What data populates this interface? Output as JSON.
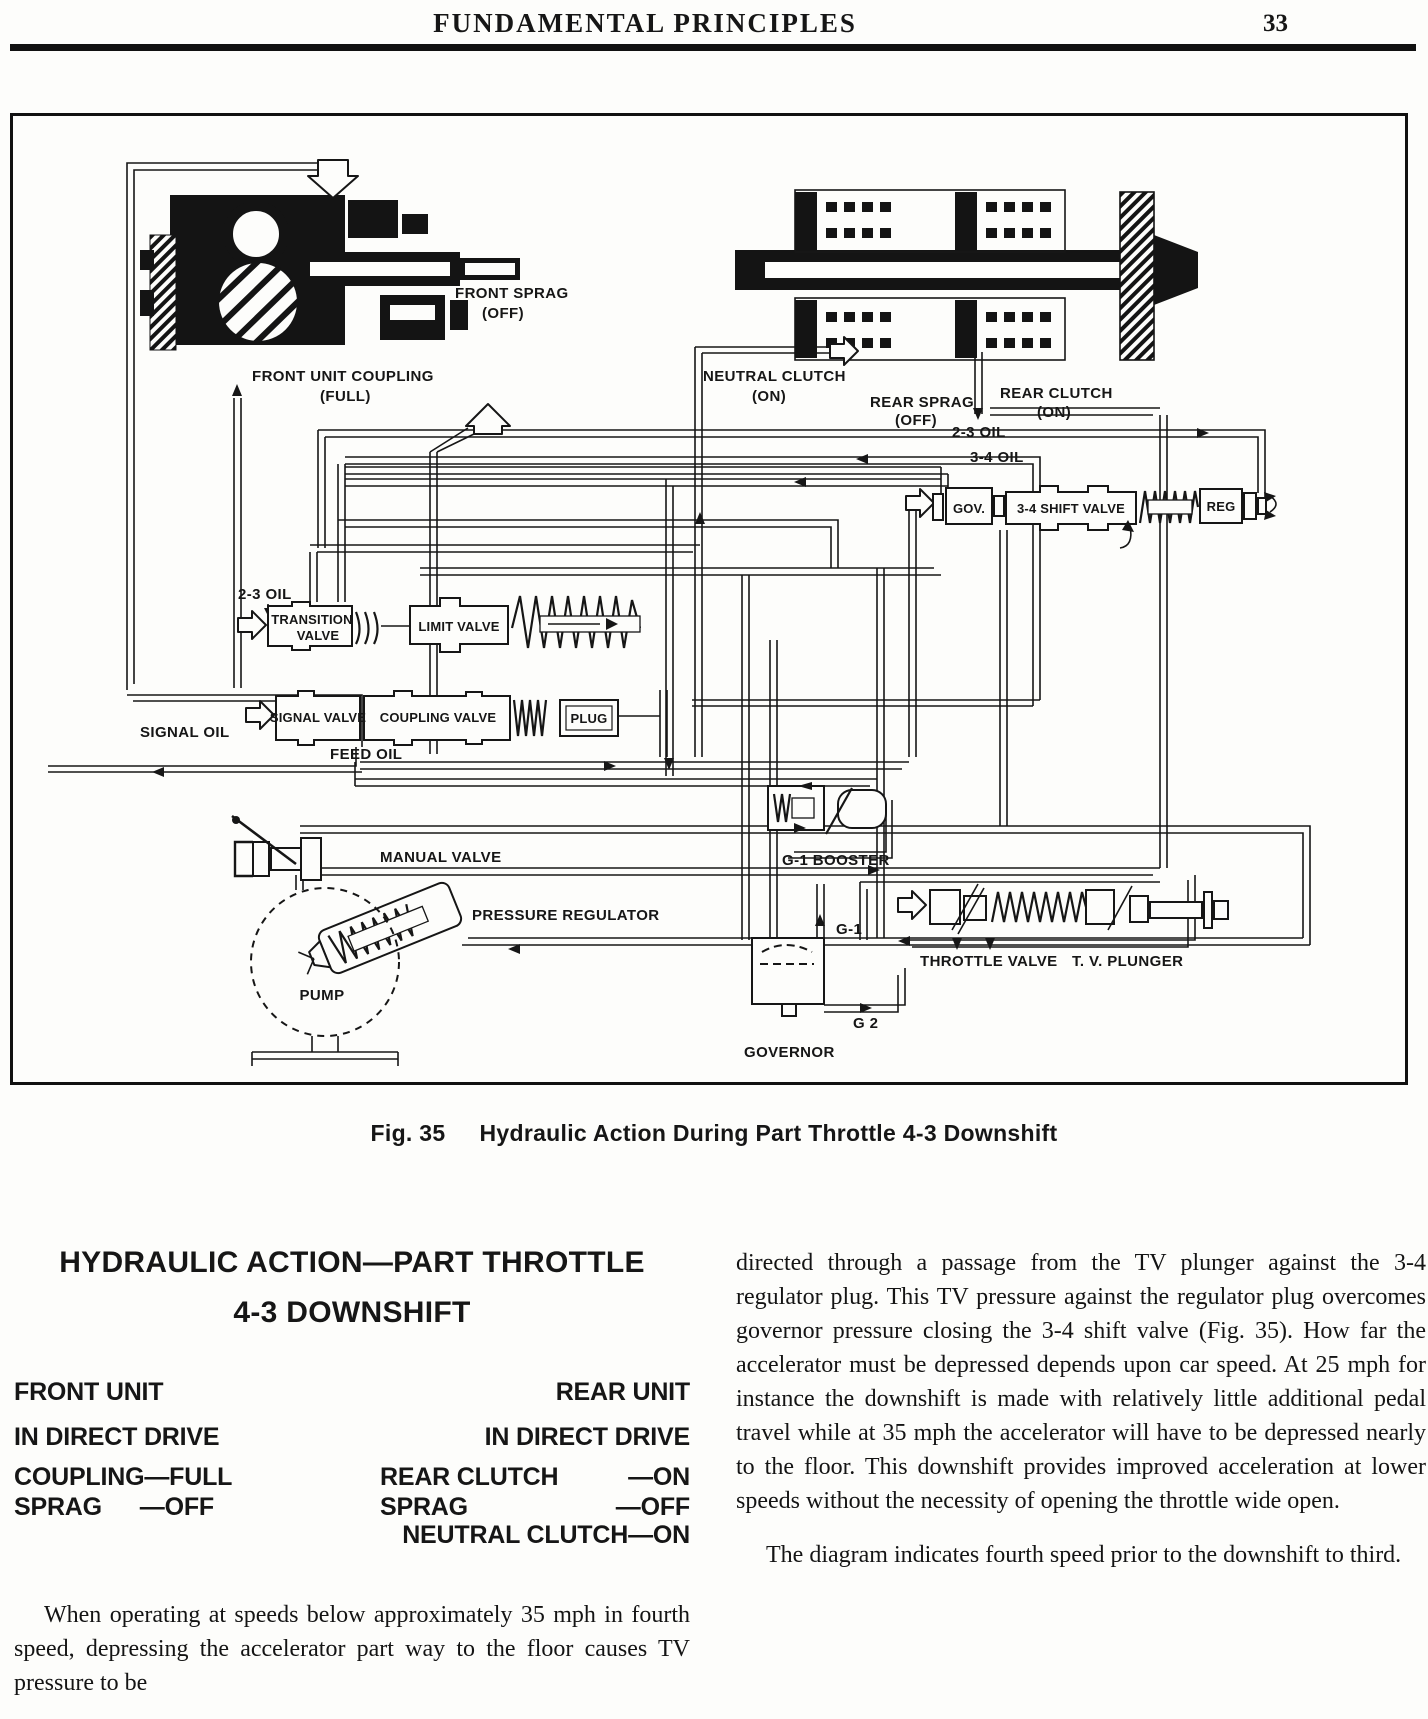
{
  "header": {
    "title": "FUNDAMENTAL PRINCIPLES",
    "page_number": "33"
  },
  "figure": {
    "caption_prefix": "Fig. 35",
    "caption_text": "Hydraulic Action During Part Throttle 4-3 Downshift",
    "labels": {
      "front_sprag_1": "FRONT SPRAG",
      "front_sprag_2": "(OFF)",
      "front_coupling_1": "FRONT UNIT COUPLING",
      "front_coupling_2": "(FULL)",
      "neutral_clutch_1": "NEUTRAL CLUTCH",
      "neutral_clutch_2": "(ON)",
      "rear_sprag_1": "REAR SPRAG",
      "rear_sprag_2": "(OFF)",
      "rear_clutch_1": "REAR CLUTCH",
      "rear_clutch_2": "(ON)",
      "oil_23_right": "2-3 OIL",
      "oil_34": "3-4 OIL",
      "oil_23_left": "2-3 OIL",
      "gov": "GOV.",
      "shift_valve": "3-4 SHIFT VALVE",
      "reg": "REG",
      "transition_1": "TRANSITION",
      "transition_2": "VALVE",
      "limit_valve": "LIMIT VALVE",
      "signal_oil": "SIGNAL OIL",
      "signal_valve": "SIGNAL VALVE",
      "coupling_valve": "COUPLING VALVE",
      "plug": "PLUG",
      "feed_oil": "FEED OIL",
      "manual_valve": "MANUAL VALVE",
      "pressure_regulator": "PRESSURE REGULATOR",
      "pump": "PUMP",
      "g1_booster": "G-1 BOOSTER",
      "g1": "G-1",
      "g2": "G 2",
      "governor": "GOVERNOR",
      "throttle_valve": "THROTTLE VALVE",
      "tv_plunger": "T. V. PLUNGER"
    }
  },
  "article": {
    "heading_line1": "HYDRAULIC ACTION—PART THROTTLE",
    "heading_line2": "4-3 DOWNSHIFT",
    "front_unit": {
      "title": "FRONT UNIT",
      "subtitle": "IN DIRECT DRIVE",
      "rows": [
        [
          "COUPLING",
          "—FULL"
        ],
        [
          "SPRAG",
          "—OFF"
        ]
      ]
    },
    "rear_unit": {
      "title": "REAR UNIT",
      "subtitle": "IN DIRECT DRIVE",
      "rows": [
        [
          "REAR CLUTCH",
          "—ON"
        ],
        [
          "SPRAG",
          "—OFF"
        ],
        [
          "NEUTRAL CLUTCH",
          "—ON"
        ]
      ]
    },
    "left_paragraph": "When operating at speeds below approximately 35 mph in fourth speed, depressing the accelerator part way to the floor causes TV pressure to be",
    "right_paragraph_1": "directed through a passage from the TV plunger against the 3-4 regulator plug. This TV pressure against the regulator plug overcomes governor pressure closing the 3-4 shift valve (Fig. 35). How far the accelerator must be depressed depends upon car speed. At 25 mph for instance the downshift is made with relatively little additional pedal travel while at 35 mph the accelerator will have to be depressed nearly to the floor. This downshift provides improved acceleration at lower speeds without the necessity of opening the throttle wide open.",
    "right_paragraph_2": "The diagram indicates fourth speed prior to the downshift to third."
  }
}
